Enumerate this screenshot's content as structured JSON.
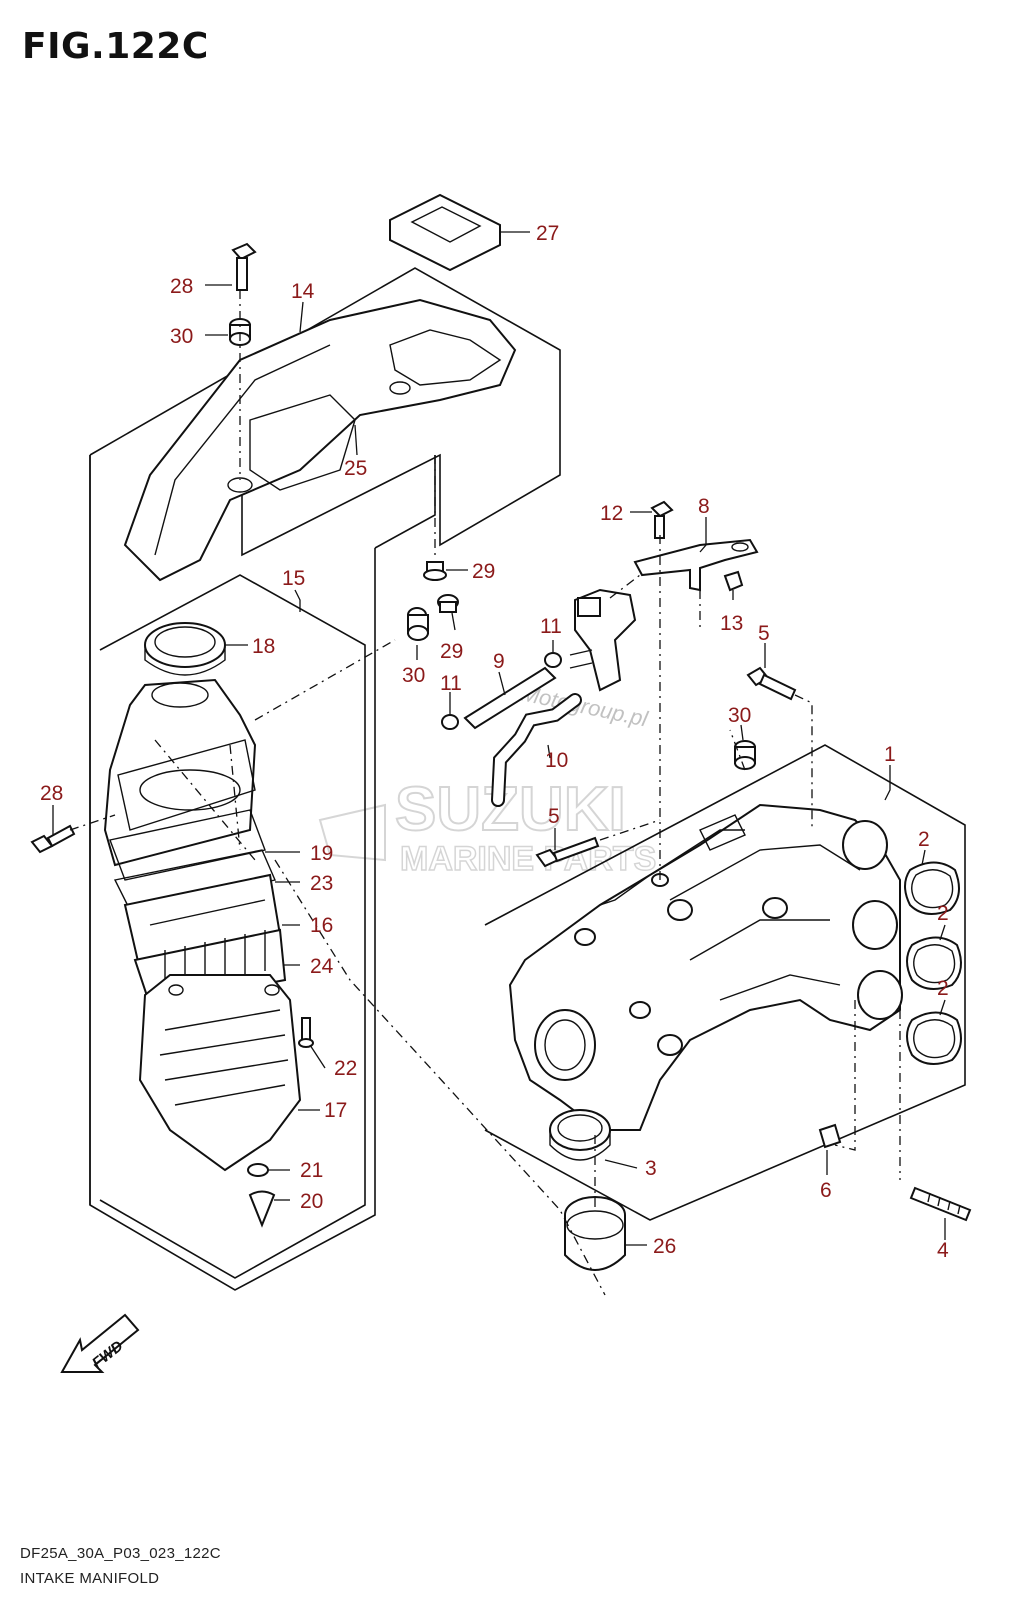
{
  "figure": {
    "title": "FIG.122C",
    "footer_code": "DF25A_30A_P03_023_122C",
    "footer_name": "INTAKE MANIFOLD",
    "direction_label": "FWD"
  },
  "watermark": {
    "brand": "SUZUKI",
    "subtitle": "MARINE PARTS",
    "site": "Motogroup.pl"
  },
  "colors": {
    "callout": "#8b1a1a",
    "line": "#111111"
  },
  "callouts": [
    {
      "id": "c27",
      "label": "27"
    },
    {
      "id": "c28a",
      "label": "28"
    },
    {
      "id": "c14",
      "label": "14"
    },
    {
      "id": "c30a",
      "label": "30"
    },
    {
      "id": "c25",
      "label": "25"
    },
    {
      "id": "c12",
      "label": "12"
    },
    {
      "id": "c8",
      "label": "8"
    },
    {
      "id": "c29a",
      "label": "29"
    },
    {
      "id": "c15",
      "label": "15"
    },
    {
      "id": "c18",
      "label": "18"
    },
    {
      "id": "c29b",
      "label": "29"
    },
    {
      "id": "c11a",
      "label": "11"
    },
    {
      "id": "c13",
      "label": "13"
    },
    {
      "id": "c5a",
      "label": "5"
    },
    {
      "id": "c9",
      "label": "9"
    },
    {
      "id": "c30b",
      "label": "30"
    },
    {
      "id": "c11b",
      "label": "11"
    },
    {
      "id": "c30c",
      "label": "30"
    },
    {
      "id": "c10",
      "label": "10"
    },
    {
      "id": "c1",
      "label": "1"
    },
    {
      "id": "c28b",
      "label": "28"
    },
    {
      "id": "c5b",
      "label": "5"
    },
    {
      "id": "c2a",
      "label": "2"
    },
    {
      "id": "c19",
      "label": "19"
    },
    {
      "id": "c23",
      "label": "23"
    },
    {
      "id": "c2b",
      "label": "2"
    },
    {
      "id": "c16",
      "label": "16"
    },
    {
      "id": "c24",
      "label": "24"
    },
    {
      "id": "c2c",
      "label": "2"
    },
    {
      "id": "c22",
      "label": "22"
    },
    {
      "id": "c17",
      "label": "17"
    },
    {
      "id": "c3",
      "label": "3"
    },
    {
      "id": "c21",
      "label": "21"
    },
    {
      "id": "c6",
      "label": "6"
    },
    {
      "id": "c20",
      "label": "20"
    },
    {
      "id": "c26",
      "label": "26"
    },
    {
      "id": "c4",
      "label": "4"
    }
  ]
}
